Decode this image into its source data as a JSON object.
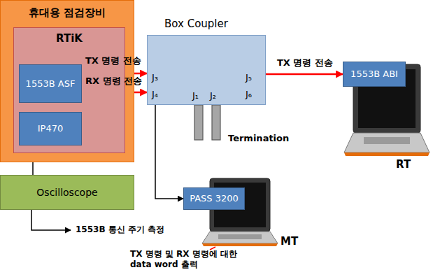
{
  "diagram": {
    "nodes": [
      {
        "text": [
          "휴대용 점검장비"
        ]
      },
      {
        "text": [
          "RTiK"
        ],
        "in": 0
      },
      {
        "text": [
          "1553B ASF"
        ],
        "in": 1
      },
      {
        "text": [
          "IP470"
        ],
        "in": 1
      },
      {
        "text": [
          "Oscilloscope"
        ]
      },
      {
        "text": [
          "Box Coupler",
          "J₃",
          "J₄",
          "J₁",
          "J₂",
          "J₅",
          "J₆"
        ]
      },
      {
        "text": [
          "1553B ABI"
        ]
      },
      {
        "text": [
          "PASS 3200"
        ]
      }
    ],
    "edges": [
      {
        "from": 2,
        "to": 5,
        "label": "TX 명령 전송",
        "arrow": "to"
      },
      {
        "from": 2,
        "to": 5,
        "label": "RX 명령 전송",
        "arrow": "to"
      },
      {
        "from": 5,
        "to": 6,
        "label": "TX 명령 전송",
        "arrow": "to"
      },
      {
        "from": 5,
        "to": 7,
        "arrow": "to"
      },
      {
        "from": 3,
        "to": 4,
        "arrow": "none"
      }
    ],
    "labels": [
      "Termination",
      "RT",
      "MT",
      "1553B 통신 주기 측정",
      "TX 명령 및 RX 명령에 대한 data word 출력"
    ]
  }
}
